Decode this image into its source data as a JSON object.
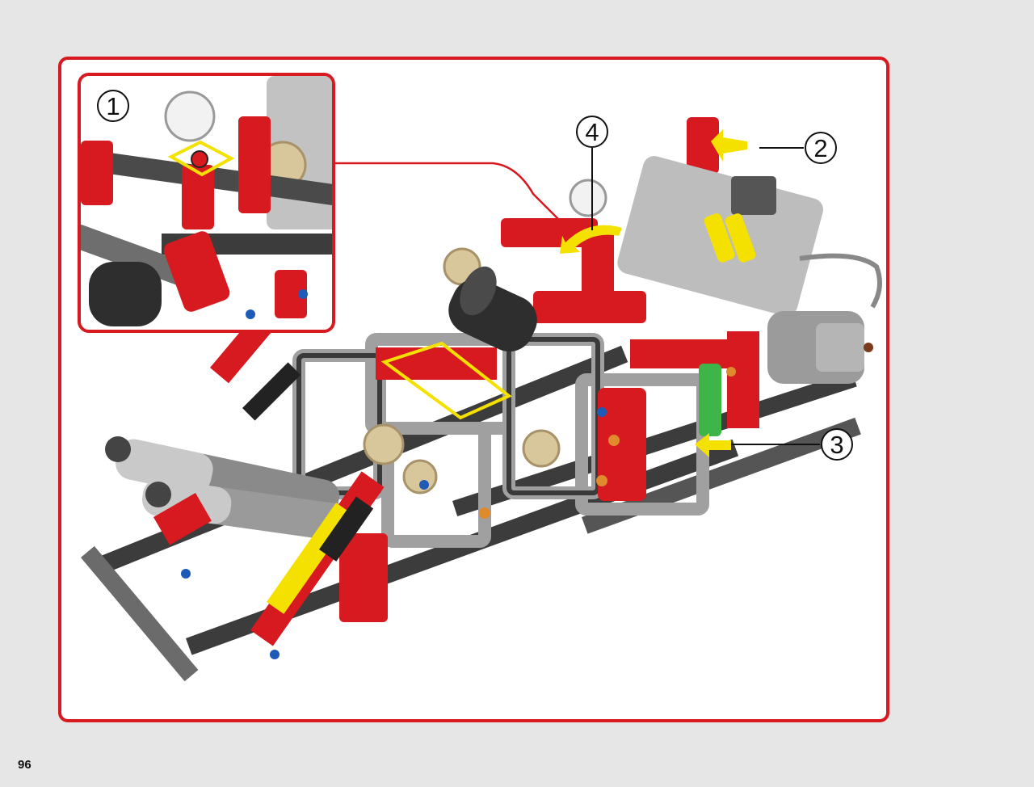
{
  "page": {
    "number": "96"
  },
  "callouts": {
    "c1": "1",
    "c2": "2",
    "c3": "3",
    "c4": "4"
  },
  "colors": {
    "frame_border": "#d71920",
    "page_background": "#e6e6e6",
    "highlight": "#f5e100",
    "technic_red": "#d71920",
    "technic_gray": "#9a9a9a",
    "technic_dark": "#3a3a3a"
  },
  "illustration": {
    "subject": "lego-technic-assembly-step",
    "parts": [
      "red-beams",
      "gray-frames",
      "pneumatic-cylinders",
      "gears",
      "motor",
      "battery-box"
    ]
  }
}
